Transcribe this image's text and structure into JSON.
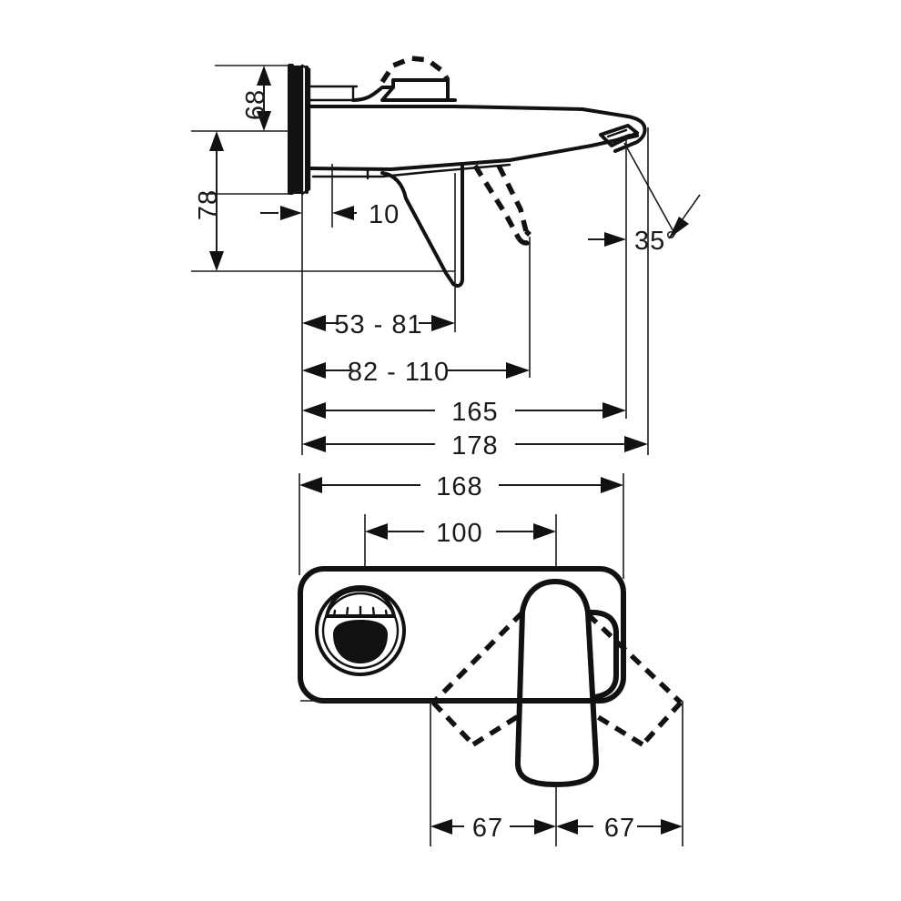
{
  "document": {
    "type": "technical-dimension-drawing",
    "subject": "wall-mounted single-lever basin mixer",
    "units": "mm",
    "background_color": "#ffffff",
    "line_color": "#111111"
  },
  "views": {
    "side_view": {
      "name": "side-elevation",
      "label": "Side elevation with spout projection"
    },
    "front_view": {
      "name": "front-elevation",
      "label": "Front elevation of escutcheon plate"
    }
  },
  "dimensions": {
    "side": [
      {
        "id": "d-68",
        "value": "68",
        "orientation": "vertical",
        "name": "dimension-68"
      },
      {
        "id": "d-78",
        "value": "78",
        "orientation": "vertical",
        "name": "dimension-78"
      },
      {
        "id": "d-10",
        "value": "10",
        "orientation": "horizontal",
        "name": "dimension-10"
      },
      {
        "id": "d-35deg",
        "value": "35°",
        "orientation": "angular",
        "name": "dimension-35-degrees"
      },
      {
        "id": "d-53-81",
        "value": "53 - 81",
        "orientation": "horizontal",
        "name": "dimension-53-81"
      },
      {
        "id": "d-82-110",
        "value": "82 - 110",
        "orientation": "horizontal",
        "name": "dimension-82-110"
      },
      {
        "id": "d-165",
        "value": "165",
        "orientation": "horizontal",
        "name": "dimension-165"
      },
      {
        "id": "d-178",
        "value": "178",
        "orientation": "horizontal",
        "name": "dimension-178"
      }
    ],
    "front": [
      {
        "id": "d-168",
        "value": "168",
        "orientation": "horizontal",
        "name": "dimension-168"
      },
      {
        "id": "d-100",
        "value": "100",
        "orientation": "horizontal",
        "name": "dimension-100"
      },
      {
        "id": "d-67-left",
        "value": "67",
        "orientation": "horizontal",
        "name": "dimension-67-left"
      },
      {
        "id": "d-67-right",
        "value": "67",
        "orientation": "horizontal",
        "name": "dimension-67-right"
      }
    ]
  },
  "parts": {
    "wall_flange": "wall-flange",
    "spout": "spout-body",
    "aerator": "aerator-outlet",
    "lever": "lever-handle",
    "escutcheon_plate": "escutcheon-plate",
    "cartridge_opening": "cartridge-opening",
    "handle_swing_outline": "handle-swing-dashed-outline"
  }
}
